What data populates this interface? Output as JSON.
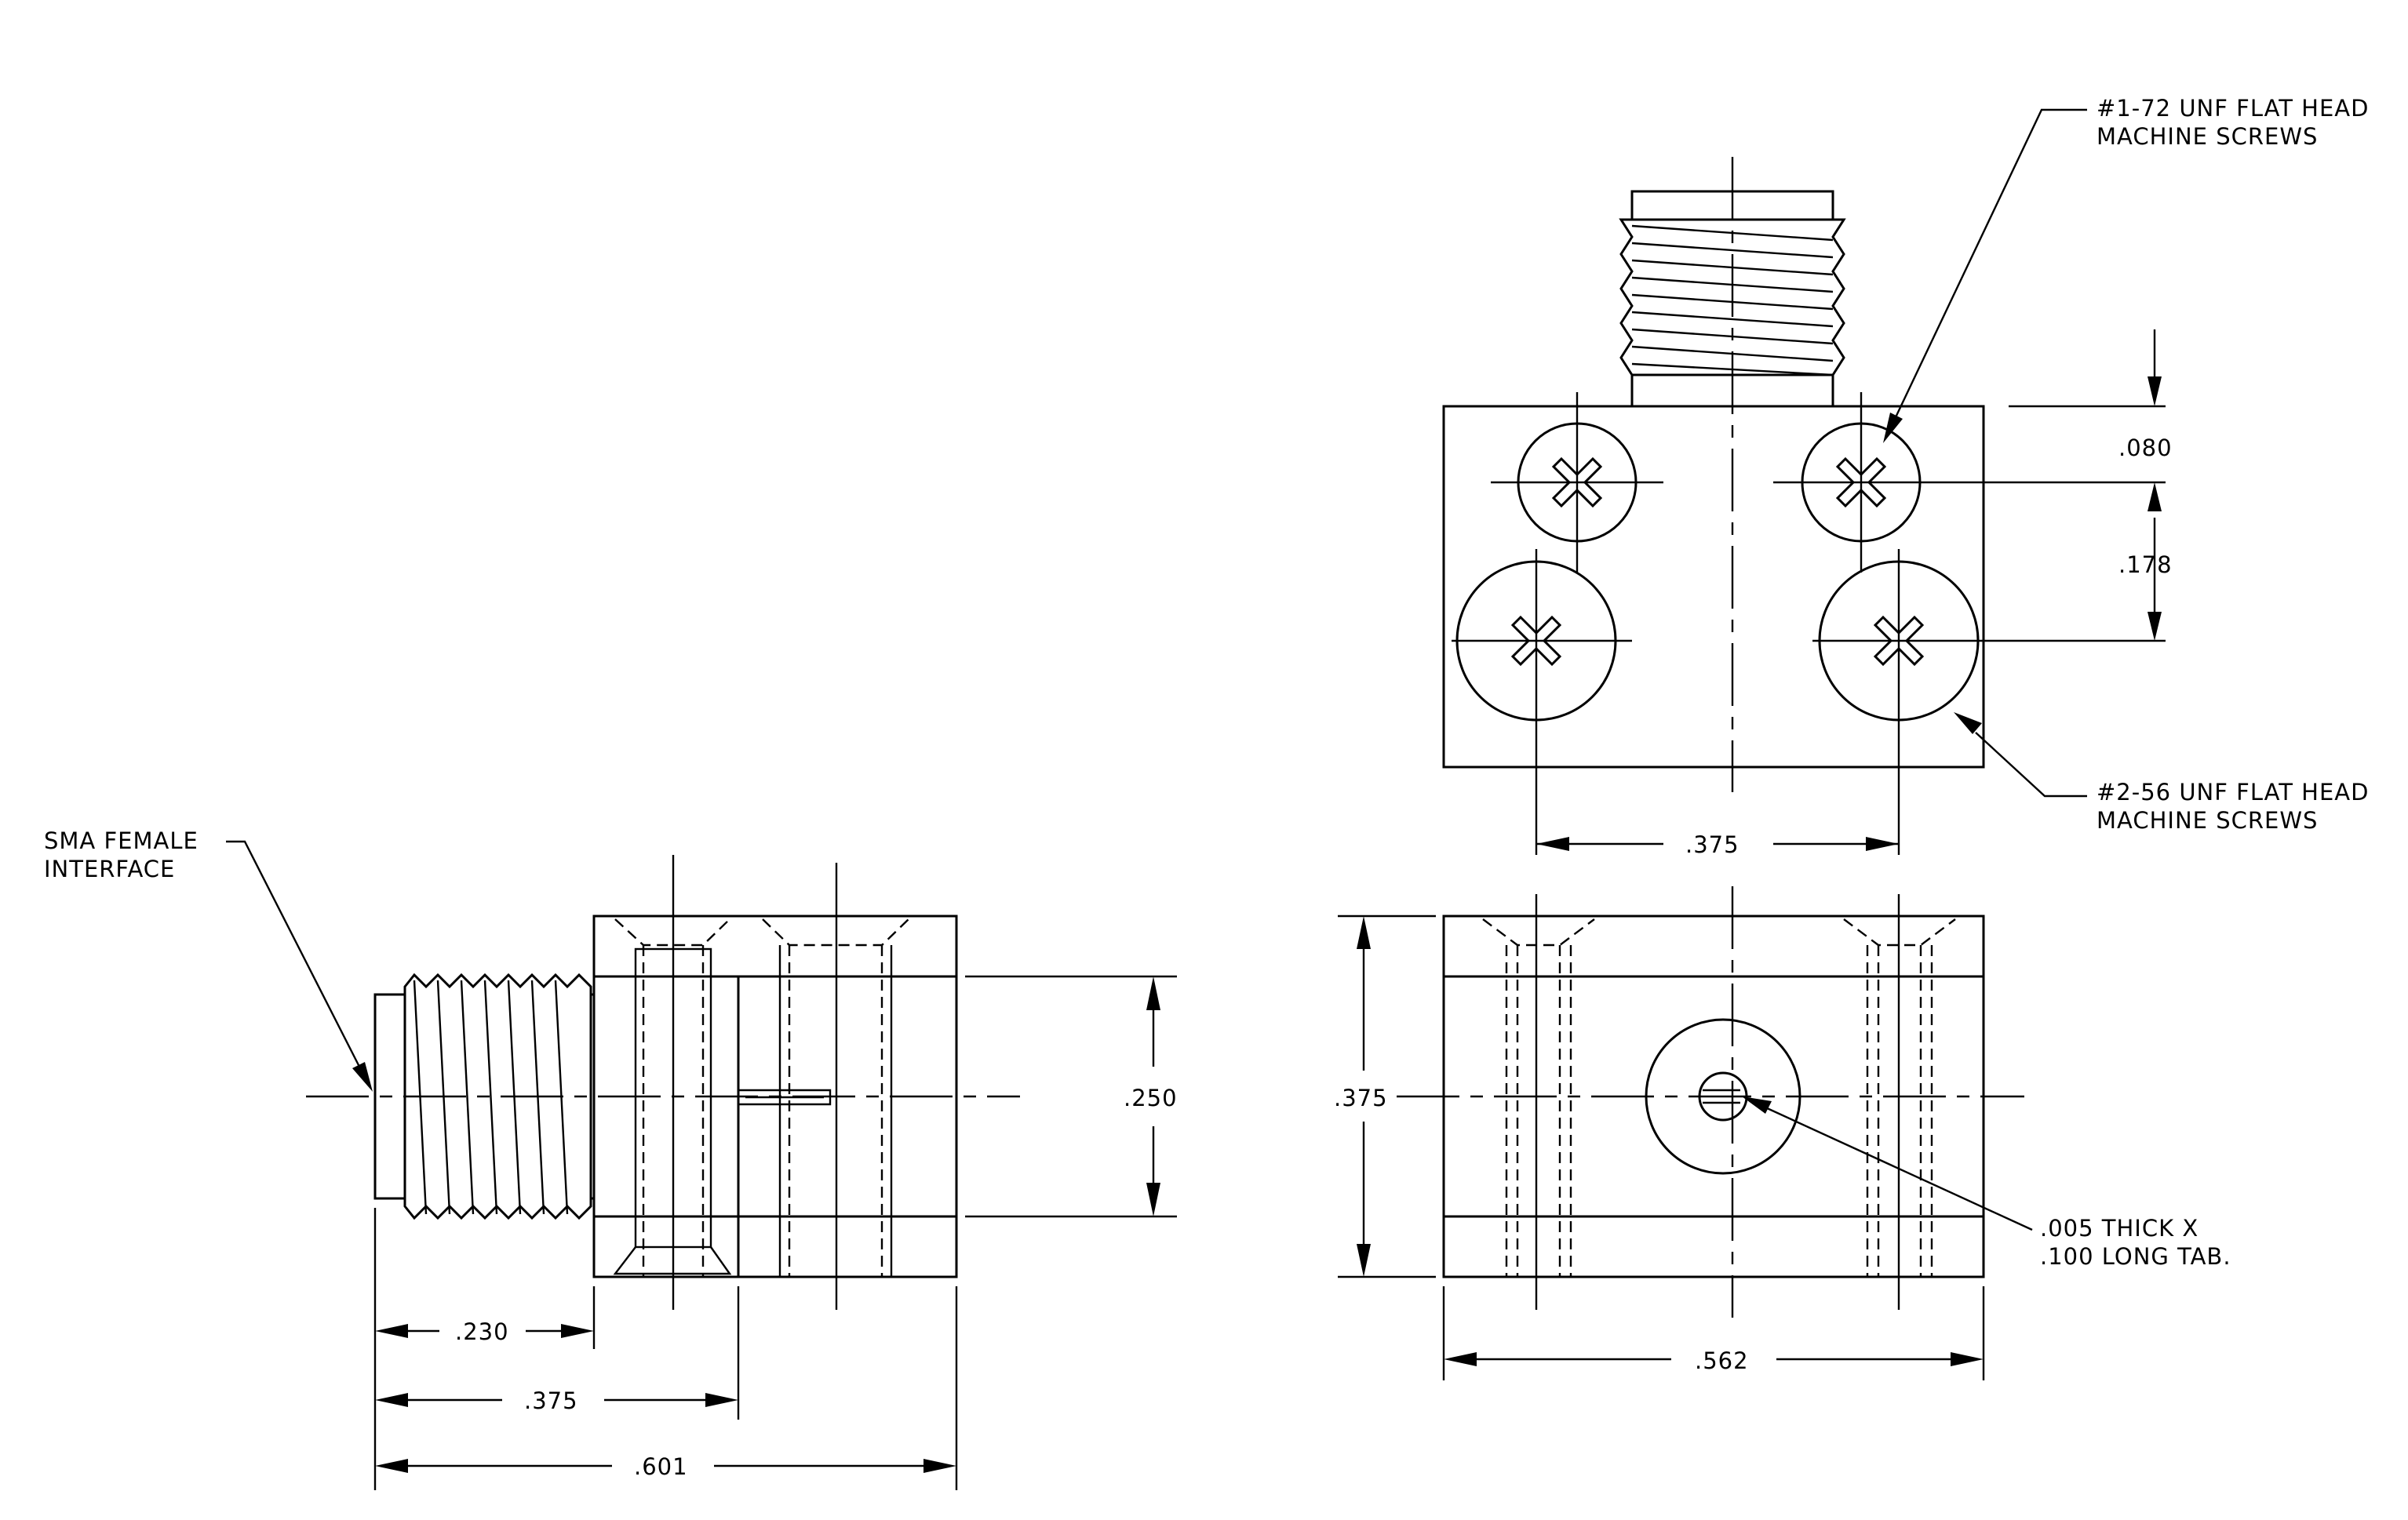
{
  "labels": {
    "sma_female_1": "SMA FEMALE",
    "sma_female_2": "INTERFACE",
    "screw_172_1": "#1-72 UNF FLAT HEAD",
    "screw_172_2": "MACHINE SCREWS",
    "screw_256_1": "#2-56 UNF FLAT HEAD",
    "screw_256_2": "MACHINE SCREWS",
    "tab_1": ".005 THICK X",
    "tab_2": ".100 LONG TAB."
  },
  "dimensions": {
    "side_height": ".250",
    "side_a": ".230",
    "side_b": ".375",
    "side_c": ".601",
    "top_a": ".080",
    "top_b": ".178",
    "top_width": ".375",
    "front_height": ".375",
    "front_width": ".562"
  }
}
